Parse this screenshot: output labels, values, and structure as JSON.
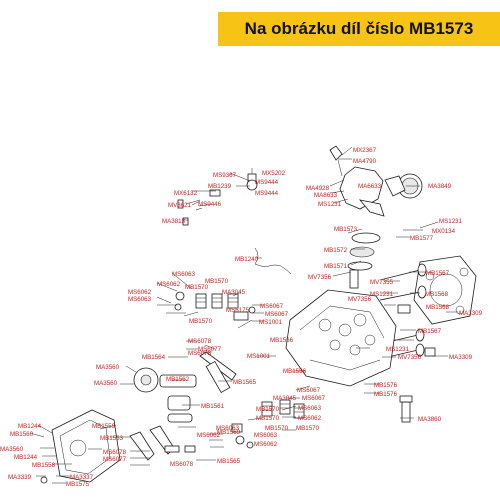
{
  "banner": "Na obrázku díl číslo MB1573",
  "labels": [
    "MX2367",
    "MA4790",
    "MS9367",
    "MX5202",
    "MS9444",
    "MB1239",
    "MS9444",
    "MX6132",
    "MV3621",
    "MS9446",
    "MA4928",
    "MA6633",
    "MA8633",
    "MA3849",
    "MS1231",
    "MA3813",
    "MS1231",
    "MB1573",
    "MX0134",
    "MB1577",
    "MB1240",
    "MB1572",
    "MB1571",
    "MV7356",
    "MB1567",
    "MS6063",
    "MB1570",
    "MS6062",
    "MA3045",
    "MS6062",
    "MS6063",
    "MB1570",
    "MS6175",
    "MS6067",
    "MS1001",
    "MS6067",
    "MB1570",
    "MV7355",
    "MS1231",
    "MV7356",
    "MB1568",
    "MB1568",
    "MA3309",
    "MS6078",
    "MS6077",
    "MB1566",
    "MB1567",
    "MB1564",
    "MS6078",
    "MS1231",
    "MA3560",
    "MS1001",
    "MV7356",
    "MA3309",
    "MA3560",
    "MB1562",
    "MB1565",
    "MB1556",
    "MS6067",
    "MB1576",
    "MB1576",
    "MS6067",
    "MA3045",
    "MB1561",
    "MB1570",
    "MS6063",
    "MB1570",
    "MB1570",
    "MS6062",
    "MS6063",
    "MS6062",
    "MB1570",
    "MB1559",
    "MA3860",
    "MB1244",
    "MB1560",
    "MB1563",
    "MB1569",
    "MS6063",
    "MS6062",
    "MA3560",
    "MB1244",
    "MS6078",
    "MS6077",
    "MS6078",
    "MB1558",
    "MB1565",
    "MA3337",
    "MA3339",
    "MB1575"
  ]
}
